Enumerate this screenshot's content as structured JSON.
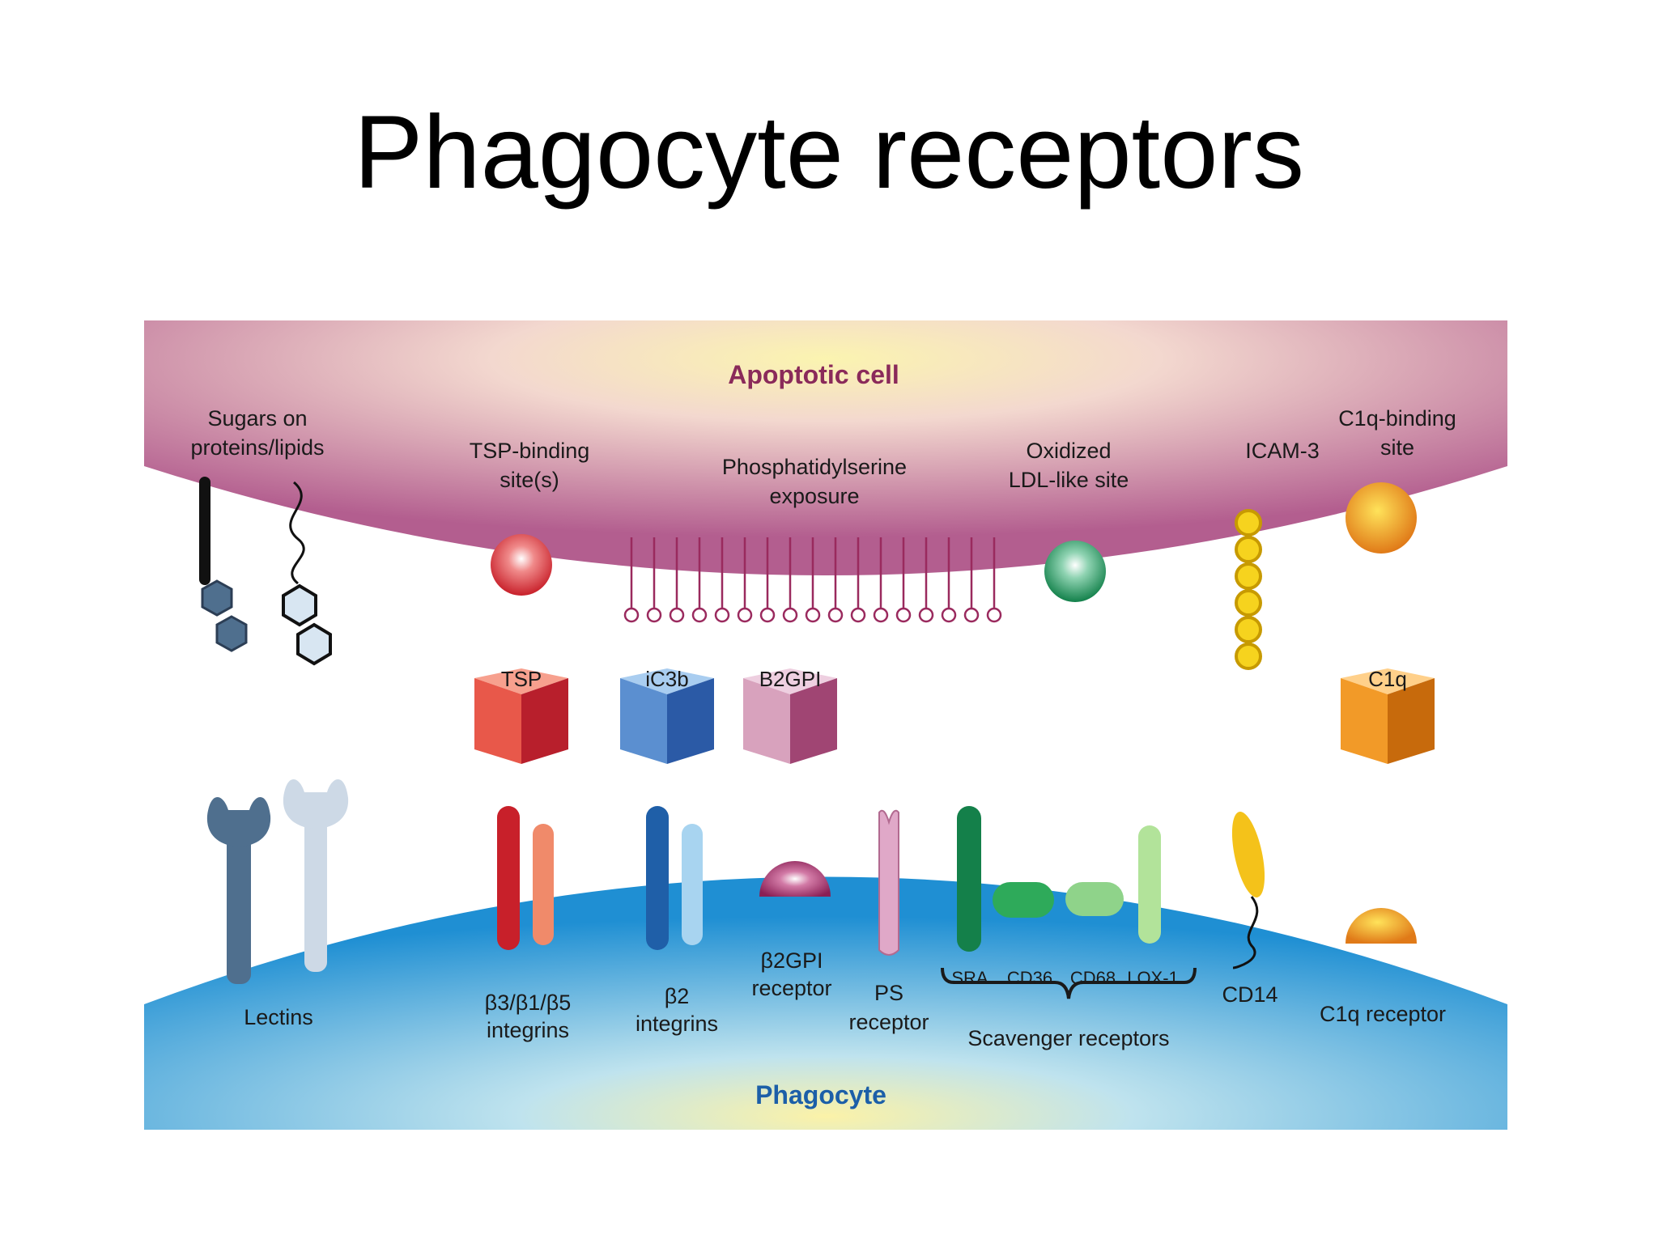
{
  "title": "Phagocyte receptors",
  "cells": {
    "apoptotic": "Apoptotic cell",
    "phagocyte": "Phagocyte"
  },
  "apoptotic_labels": {
    "sugars": [
      "Sugars on",
      "proteins/lipids"
    ],
    "tsp_site": [
      "TSP-binding",
      "site(s)"
    ],
    "ps_exposure": [
      "Phosphatidylserine",
      "exposure"
    ],
    "ldl_site": [
      "Oxidized",
      "LDL-like site"
    ],
    "icam": "ICAM-3",
    "c1q_site": [
      "C1q-binding",
      "site"
    ]
  },
  "bridges": {
    "tsp": "TSP",
    "ic3b": "iC3b",
    "b2gpi": "B2GPI",
    "c1q": "C1q"
  },
  "receptor_labels": {
    "lectins": "Lectins",
    "b3_integrins": [
      "β3/β1/β5",
      "integrins"
    ],
    "b2_integrins": [
      "β2",
      "integrins"
    ],
    "b2gpi_receptor": [
      "β2GPI",
      "receptor"
    ],
    "ps_receptor": [
      "PS",
      "receptor"
    ],
    "sra": "SRA",
    "cd36": "CD36",
    "cd68": "CD68",
    "lox1": "LOX-1",
    "scavenger": "Scavenger receptors",
    "cd14": "CD14",
    "c1q_receptor": "C1q receptor"
  },
  "colors": {
    "apoptotic_edge": "#b35e8f",
    "apoptotic_center": "#fbf4b0",
    "phagocyte_edge": "#1f8fd3",
    "phagocyte_center": "#fbf2a8",
    "apoptotic_title": "#8a2a5a",
    "phagocyte_title": "#1c5fa8"
  }
}
